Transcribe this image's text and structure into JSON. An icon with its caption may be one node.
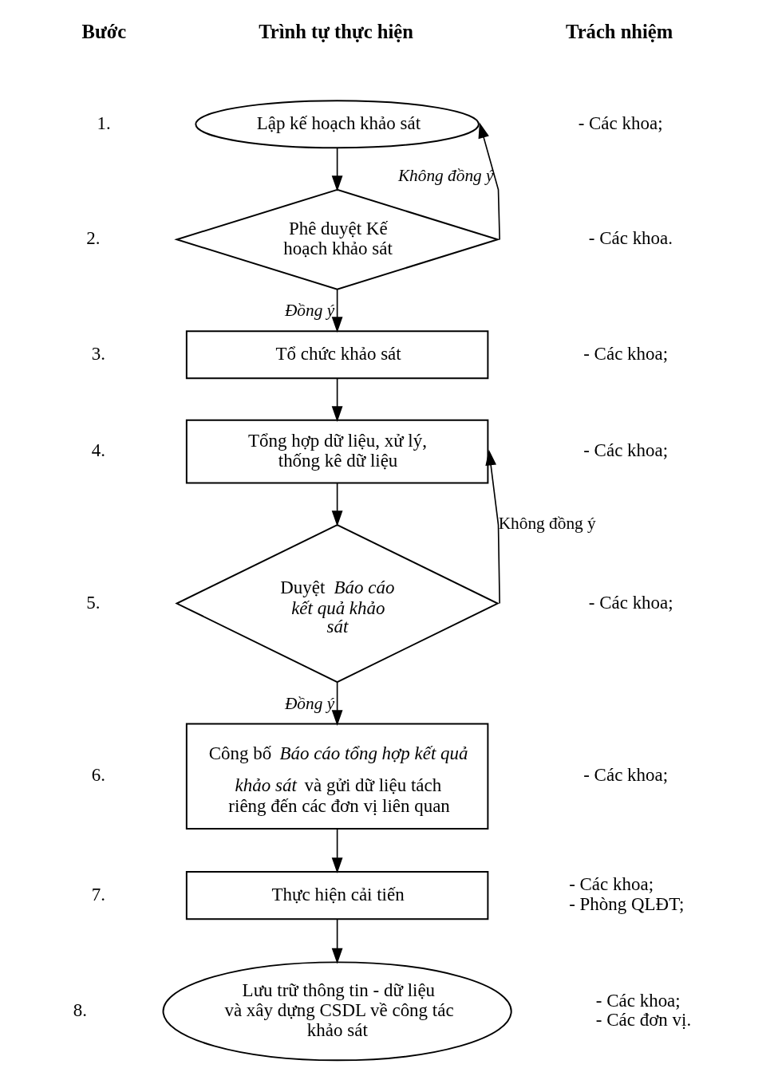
{
  "diagram": {
    "nodes": [
      {
        "text": [
          "Lập kế hoạch khảo sát"
        ]
      },
      {
        "text": [
          "Phê duyệt Kế hoạch khảo sát"
        ]
      },
      {
        "text": [
          "Tổ chức khảo sát"
        ]
      },
      {
        "text": [
          "Tổng hợp dữ liệu, xử lý, thống kê dữ liệu"
        ]
      },
      {
        "text": [
          "Duyệt *Báo cáo kết quả khảo sát*"
        ]
      },
      {
        "text": [
          "Công bố *Báo cáo tổng hợp kết quả khảo sát* và gửi dữ liệu tách riêng đến các đơn vị liên quan"
        ]
      },
      {
        "text": [
          "Thực hiện cải tiến"
        ]
      },
      {
        "text": [
          "Lưu trữ thông tin - dữ liệu và xây dựng CSDL về công tác khảo sát"
        ]
      }
    ],
    "edges": [
      {
        "from": 0,
        "to": 1,
        "arrow": "to"
      },
      {
        "from": 1,
        "to": 0,
        "arrow": "to",
        "label": "Không đồng ý"
      },
      {
        "from": 1,
        "to": 2,
        "arrow": "to",
        "label": "Đồng ý"
      },
      {
        "from": 2,
        "to": 3,
        "arrow": "to"
      },
      {
        "from": 3,
        "to": 4,
        "arrow": "to"
      },
      {
        "from": 4,
        "to": 3,
        "arrow": "to",
        "label": "Không đồng ý"
      },
      {
        "from": 4,
        "to": 5,
        "arrow": "to",
        "label": "Đồng ý"
      },
      {
        "from": 5,
        "to": 6,
        "arrow": "to"
      },
      {
        "from": 6,
        "to": 7,
        "arrow": "to"
      }
    ],
    "labels": [
      "Bước",
      "Trình tự thực hiện",
      "Trách nhiệm",
      "1.",
      "- Các khoa;",
      "2.",
      "- Các khoa.",
      "3.",
      "- Các khoa;",
      "4.",
      "- Các khoa;",
      "5.",
      "- Các khoa;",
      "6.",
      "- Các khoa;",
      "7.",
      "- Các khoa;",
      "- Phòng QLĐT;",
      "8.",
      "- Các khoa;",
      "- Các đơn vị."
    ]
  }
}
